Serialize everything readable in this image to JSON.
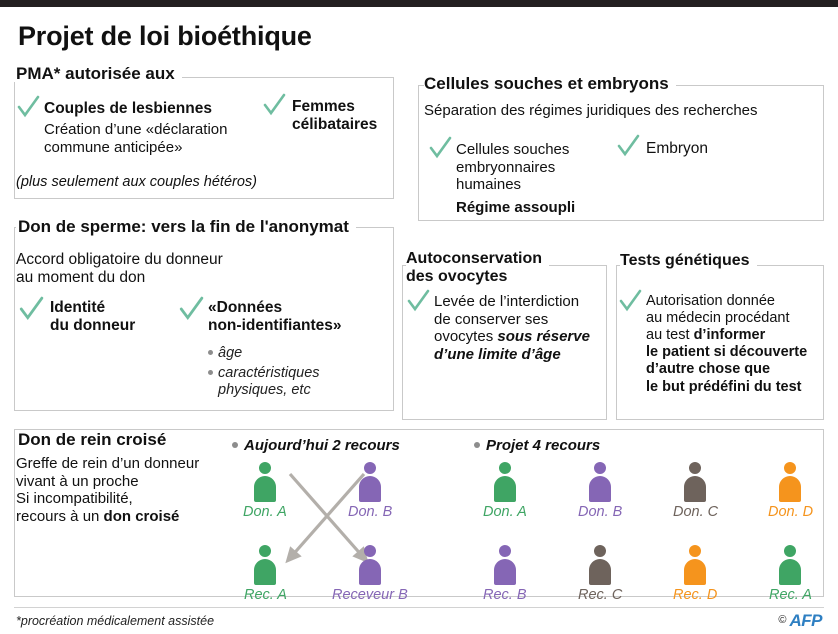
{
  "title": "Projet de loi bioéthique",
  "panels": {
    "pma": {
      "title": "PMA* autorisée aux",
      "item1": "Couples de lesbiennes",
      "item1_sub": "Création d’une «déclaration\ncommune anticipée»",
      "item2": "Femmes\ncélibataires",
      "note": "(plus seulement aux couples hétéros)"
    },
    "cellules": {
      "title": "Cellules souches et embryons",
      "subtitle": "Séparation des régimes juridiques des recherches",
      "item1": "Cellules souches\nembryonnaires\nhumaines",
      "item1_bold": "Régime assoupli",
      "item2": "Embryon"
    },
    "sperme": {
      "title": "Don de sperme: vers la fin de l'anonymat",
      "subtitle": "Accord obligatoire du donneur\nau moment du don",
      "item1": "Identité\ndu donneur",
      "item2": "«Données\nnon-identifiantes»",
      "bullets": [
        "âge",
        "caractéristiques\nphysiques, etc"
      ]
    },
    "ovocytes": {
      "title": "Autoconservation\ndes ovocytes",
      "item_pre": "Levée de l’interdiction\nde conserver ses\novocytes ",
      "item_ital": "sous réserve\nd’une limite d’âge"
    },
    "tests": {
      "title": "Tests génétiques",
      "item_pre": "Autorisation donnée\nau médecin procédant\nau test ",
      "item_bold": "d’informer\nle patient si découverte\nd’autre chose que\nle but prédéfini du test"
    },
    "rein": {
      "title": "Don de rein croisé",
      "body_pre": "Greffe de rein d’un donneur\nvivant à un proche\nSi incompatibilité,\nrecours à un ",
      "body_bold": "don croisé",
      "group_left": "Aujourd’hui 2 recours",
      "group_right": "Projet 4 recours",
      "left_people": [
        {
          "label": "Don. A",
          "color": "#3fa564",
          "row": "top",
          "col": 0
        },
        {
          "label": "Don. B",
          "color": "#8566b5",
          "row": "top",
          "col": 1
        },
        {
          "label": "Rec. A",
          "color": "#3fa564",
          "row": "bottom",
          "col": 0
        },
        {
          "label": "Receveur B",
          "color": "#8566b5",
          "row": "bottom",
          "col": 1
        }
      ],
      "right_people": [
        {
          "label": "Don. A",
          "color": "#3fa564",
          "row": "top",
          "col": 0
        },
        {
          "label": "Don. B",
          "color": "#8566b5",
          "row": "top",
          "col": 1
        },
        {
          "label": "Don. C",
          "color": "#6e635c",
          "row": "top",
          "col": 2
        },
        {
          "label": "Don. D",
          "color": "#f5941d",
          "row": "top",
          "col": 3
        },
        {
          "label": "Rec. B",
          "color": "#8566b5",
          "row": "bottom",
          "col": 0
        },
        {
          "label": "Rec. C",
          "color": "#6e635c",
          "row": "bottom",
          "col": 1
        },
        {
          "label": "Rec. D",
          "color": "#f5941d",
          "row": "bottom",
          "col": 2
        },
        {
          "label": "Rec. A",
          "color": "#3fa564",
          "row": "bottom",
          "col": 3
        }
      ]
    }
  },
  "footer": {
    "note": "*procréation médicalement assistée",
    "copyright": "©",
    "agency": "AFP"
  },
  "colors": {
    "check": "#6fbda0",
    "green": "#3fa564",
    "purple": "#8566b5",
    "brown": "#6e635c",
    "orange": "#f5941d",
    "arrow": "#b3afaa",
    "border": "#c9c9c9",
    "afp_blue": "#2e7fc2"
  }
}
